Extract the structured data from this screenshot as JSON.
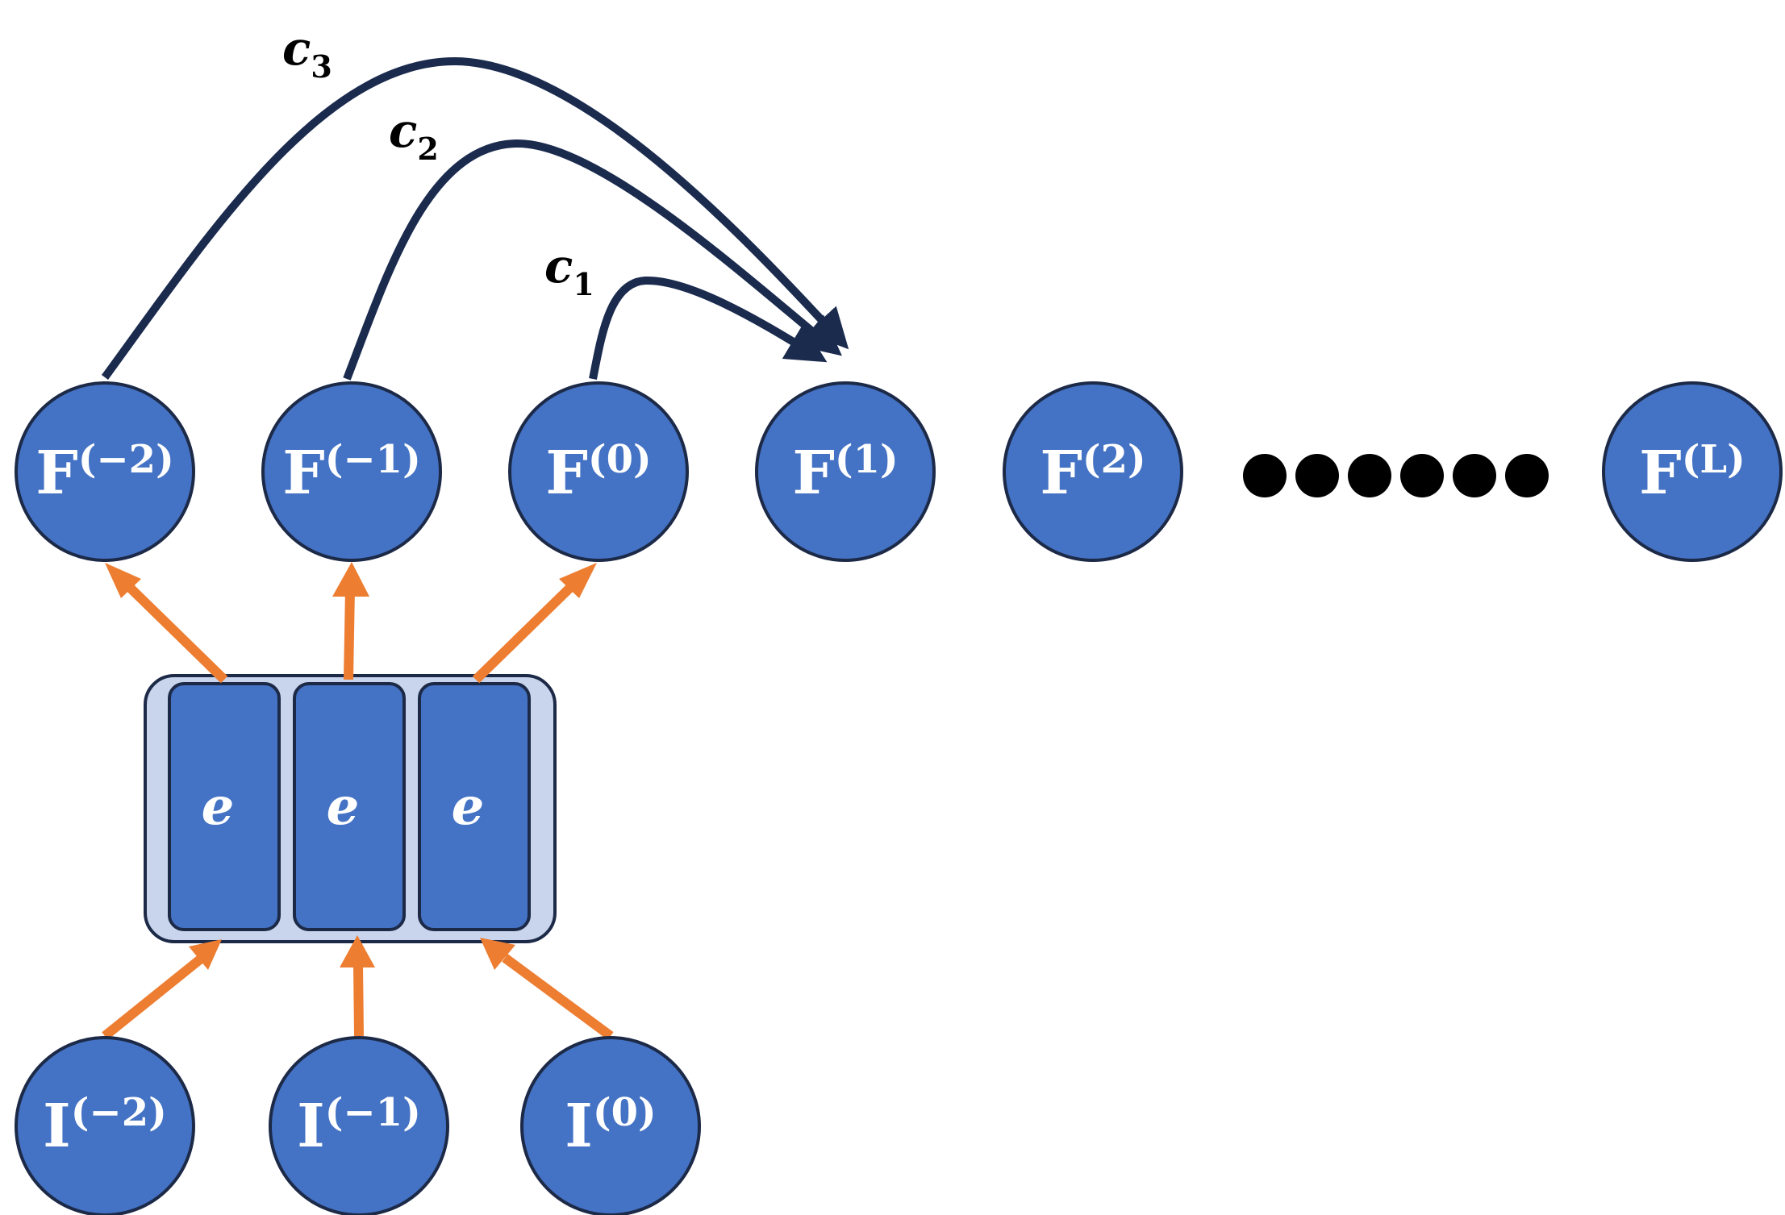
{
  "feature_nodes": [
    {
      "base": "F",
      "sup": "(−2)"
    },
    {
      "base": "F",
      "sup": "(−1)"
    },
    {
      "base": "F",
      "sup": "(0)"
    },
    {
      "base": "F",
      "sup": "(1)"
    },
    {
      "base": "F",
      "sup": "(2)"
    },
    {
      "base": "F",
      "sup": "(L)"
    }
  ],
  "input_nodes": [
    {
      "base": "I",
      "sup": "(−2)"
    },
    {
      "base": "I",
      "sup": "(−1)"
    },
    {
      "base": "I",
      "sup": "(0)"
    }
  ],
  "encoder": {
    "cells": [
      "e",
      "e",
      "e"
    ]
  },
  "connections": [
    {
      "base": "c",
      "sub": "3"
    },
    {
      "base": "c",
      "sub": "2"
    },
    {
      "base": "c",
      "sub": "1"
    }
  ],
  "ellipsis_dots": 6,
  "colors": {
    "node_fill": "#4472c4",
    "node_stroke": "#1c2a48",
    "encoder_bg": "#c9d5ec",
    "arrow_orange": "#ed7d31",
    "curve_navy": "#1b2b4e"
  }
}
